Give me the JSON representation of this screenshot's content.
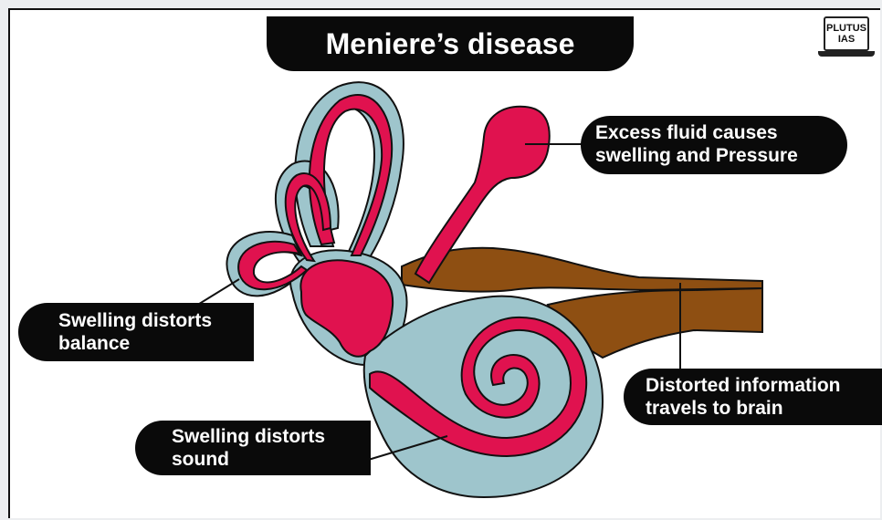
{
  "title": "Meniere’s disease",
  "logo": {
    "line1": "PLUTUS",
    "line2": "IAS"
  },
  "labels": {
    "fluid": {
      "line1": "Excess fluid causes",
      "line2": "swelling and Pressure"
    },
    "balance": {
      "line1": "Swelling distorts",
      "line2": "balance"
    },
    "info": {
      "line1": "Distorted information",
      "line2": "travels to brain"
    },
    "sound": {
      "line1": "Swelling distorts",
      "line2": "sound"
    }
  },
  "colors": {
    "membrane": "#e0124f",
    "bone": "#9ec5cc",
    "nerve": "#8e4f12",
    "outline": "#111111",
    "label_bg": "#0a0a0a"
  }
}
